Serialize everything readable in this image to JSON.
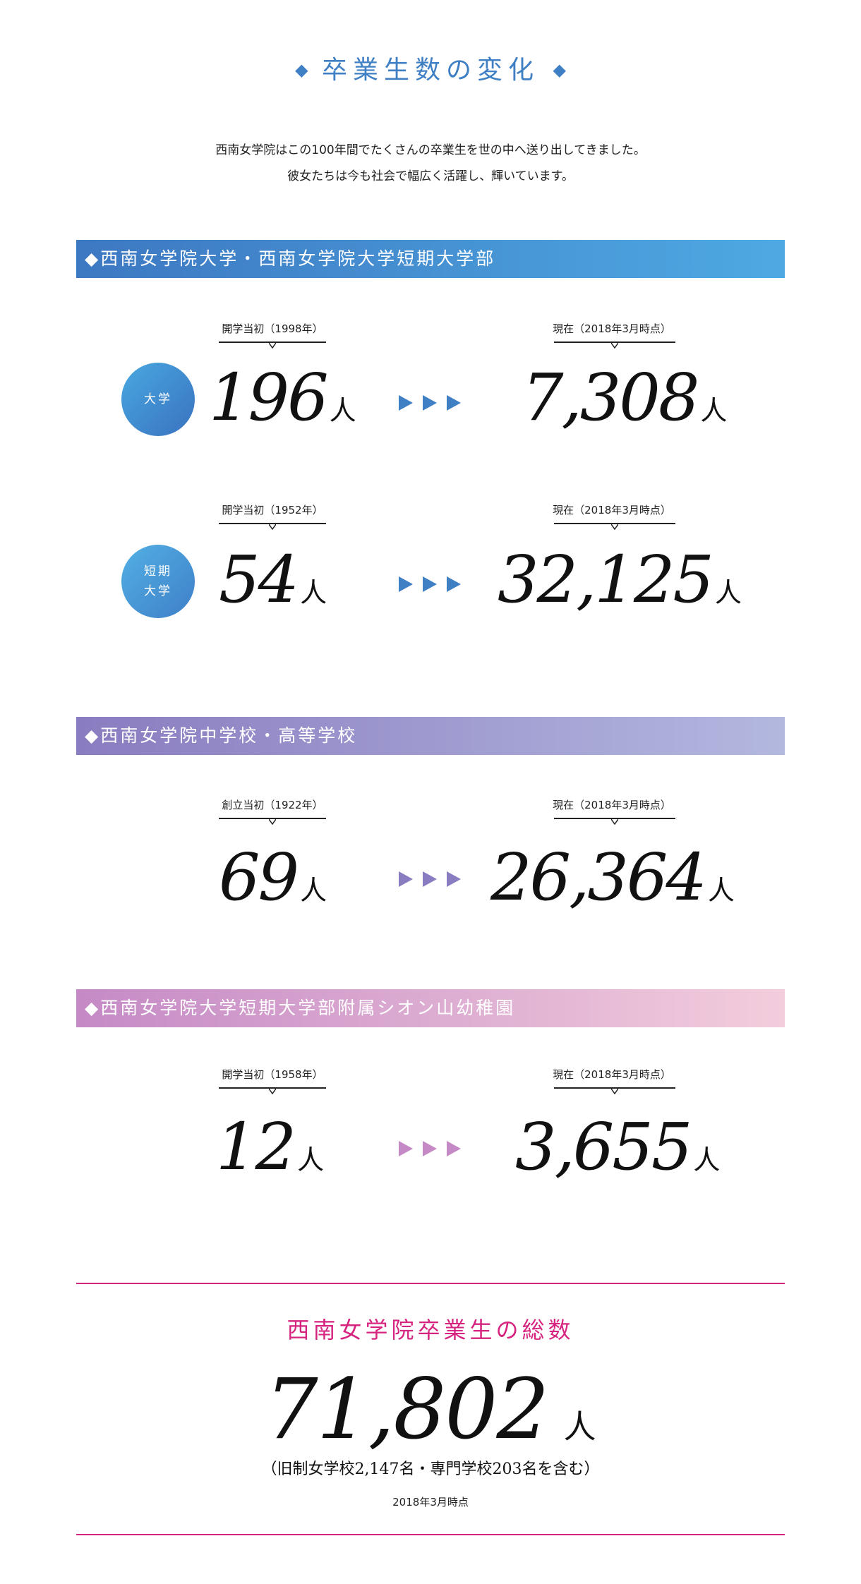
{
  "page": {
    "title": "卒業生数の変化",
    "title_mark": "◆",
    "intro_line1": "西南女学院はこの100年間でたくさんの卒業生を世の中へ送り出してきました。",
    "intro_line2": "彼女たちは今も社会で幅広く活躍し、輝いています。"
  },
  "colors": {
    "blue": "#3f7fc4",
    "purple": "#8a7cc0",
    "pink": "#c58ac6",
    "magenta": "#d6237f"
  },
  "sections": [
    {
      "heading": "◆西南女学院大学・西南女学院大学短期大学部",
      "rows": [
        {
          "badge": "大学",
          "start_caption": "開学当初（1998年）",
          "start_value": "196",
          "now_caption": "現在（2018年3月時点）",
          "now_value": "7,308",
          "unit": "人"
        },
        {
          "badge_line1": "短期",
          "badge_line2": "大学",
          "start_caption": "開学当初（1952年）",
          "start_value": "54",
          "now_caption": "現在（2018年3月時点）",
          "now_value": "32,125",
          "unit": "人"
        }
      ]
    },
    {
      "heading": "◆西南女学院中学校・高等学校",
      "rows": [
        {
          "start_caption": "創立当初（1922年）",
          "start_value": "69",
          "now_caption": "現在（2018年3月時点）",
          "now_value": "26,364",
          "unit": "人"
        }
      ]
    },
    {
      "heading": "◆西南女学院大学短期大学部附属シオン山幼稚園",
      "rows": [
        {
          "start_caption": "開学当初（1958年）",
          "start_value": "12",
          "now_caption": "現在（2018年3月時点）",
          "now_value": "3,655",
          "unit": "人"
        }
      ]
    }
  ],
  "total": {
    "title": "西南女学院卒業生の総数",
    "value": "71,802",
    "unit": "人",
    "note": "（旧制女学校2,147名・専門学校203名を含む）",
    "date": "2018年3月時点"
  }
}
